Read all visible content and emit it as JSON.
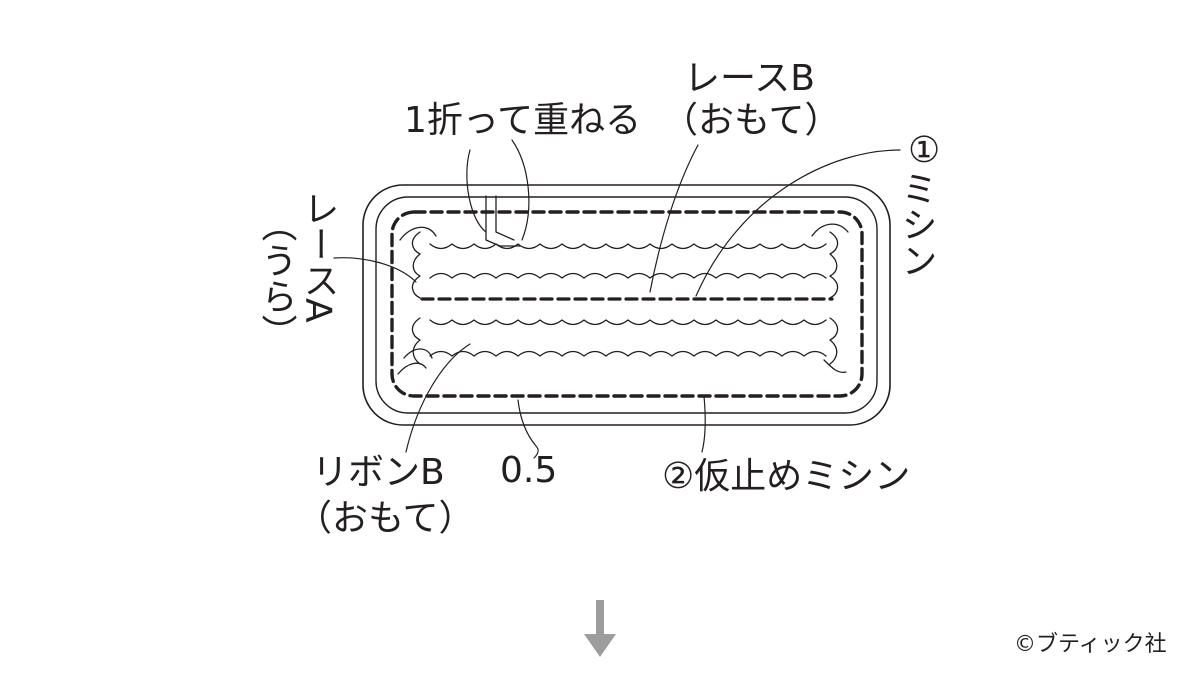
{
  "labels": {
    "fold": "1折って重ねる",
    "lace_b_name": "レースB",
    "lace_b_side": "（おもて）",
    "step1_num": "①",
    "step1_text": "ミシン",
    "lace_a_name": "レースA",
    "lace_a_side": "（うら）",
    "ribbon_b_name": "リボンB",
    "ribbon_b_side": "（おもて）",
    "margin": "0.5",
    "step2": "②仮止めミシン"
  },
  "copyright": "©ブティック社",
  "icons": {
    "next": "arrow-down-icon"
  },
  "colors": {
    "ink": "#231f20",
    "arrow": "#9d9d9d",
    "background": "#ffffff"
  }
}
